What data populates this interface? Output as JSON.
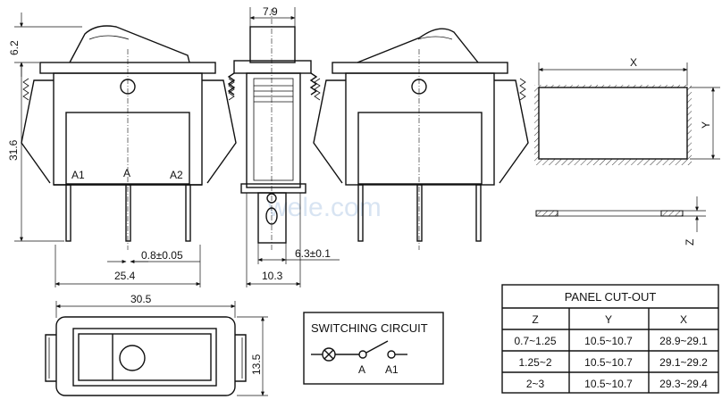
{
  "dimensions": {
    "top_height": "6.2",
    "body_height": "31.6",
    "side_width": "7.9",
    "pin_width": "0.8±0.05",
    "pin_pitch": "25.4",
    "side_depth": "10.3",
    "tab_width": "6.3±0.1",
    "bottom_length": "30.5",
    "bottom_width": "13.5"
  },
  "terminals": {
    "left": "A1",
    "center": "A",
    "right": "A2"
  },
  "cutout_labels": {
    "x": "X",
    "y": "Y",
    "z": "Z"
  },
  "watermark": "wele.com",
  "switching_circuit": {
    "title": "SWITCHING CIRCUIT",
    "terminal_a": "A",
    "terminal_a1": "A1"
  },
  "panel_cutout_table": {
    "title": "PANEL CUT-OUT",
    "headers": [
      "Z",
      "Y",
      "X"
    ],
    "rows": [
      [
        "0.7~1.25",
        "10.5~10.7",
        "28.9~29.1"
      ],
      [
        "1.25~2",
        "10.5~10.7",
        "29.1~29.2"
      ],
      [
        "2~3",
        "10.5~10.7",
        "29.3~29.4"
      ]
    ]
  }
}
